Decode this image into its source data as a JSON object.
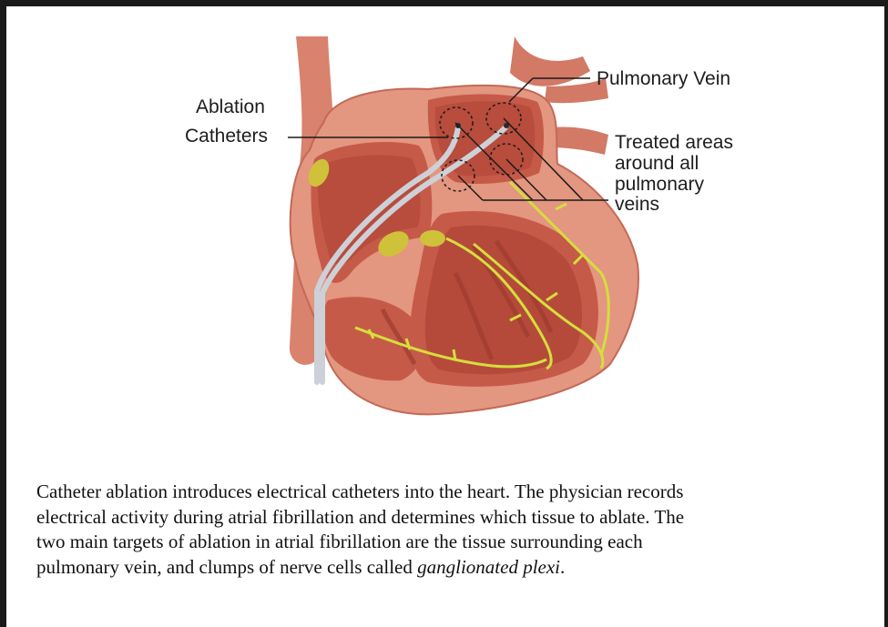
{
  "labels": {
    "ablation_line1": "Ablation",
    "ablation_line2": "Catheters",
    "pulmonary_vein": "Pulmonary Vein",
    "treated_line1": "Treated areas",
    "treated_line2": "around all",
    "treated_line3": "pulmonary",
    "treated_line4": "veins"
  },
  "caption": {
    "line1": "Catheter ablation introduces electrical catheters into the heart.  The physician records",
    "line2": "electrical activity during atrial fibrillation and determines which tissue to ablate. The",
    "line3": "two main targets of ablation in atrial fibrillation are the tissue surrounding each",
    "line4_prefix": "pulmonary vein, and clumps of nerve cells called ",
    "line4_italic": "ganglionated plexi",
    "line4_suffix": "."
  },
  "colors": {
    "border": "#1a1a1a",
    "heart_outer": "#e0907a",
    "heart_inner": "#c9604c",
    "chamber": "#b44a3c",
    "nerve": "#d4dc3a",
    "catheter": "#c8ccd2"
  }
}
